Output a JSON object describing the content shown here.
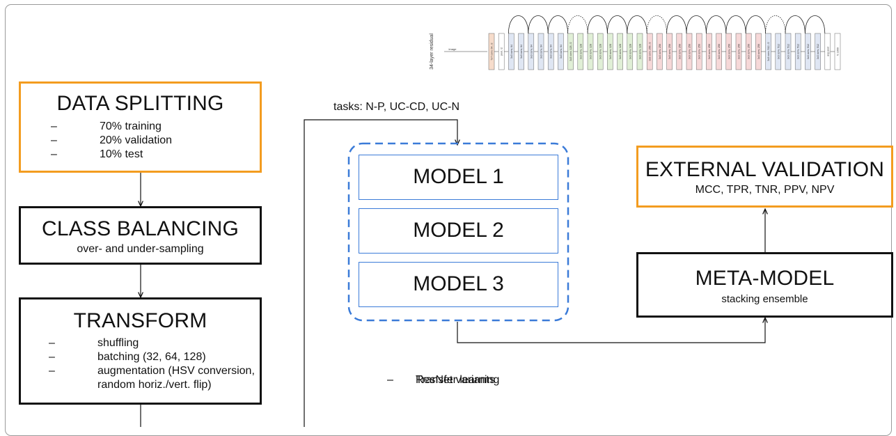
{
  "data_splitting": {
    "title": "DATA SPLITTING",
    "items": [
      "70% training",
      "20% validation",
      "10% test"
    ]
  },
  "class_balancing": {
    "title": "CLASS BALANCING",
    "subtitle": "over- and under-sampling"
  },
  "transform": {
    "title": "TRANSFORM",
    "items": [
      "shuffling",
      "batching (32, 64, 128)",
      "augmentation (HSV conversion,",
      "random horiz./vert. flip)"
    ]
  },
  "tasks_label": "tasks: N-P, UC-CD, UC-N",
  "models": [
    "MODEL 1",
    "MODEL 2",
    "MODEL 3"
  ],
  "notes": [
    "Transfer learning",
    "ResNet variants"
  ],
  "external_validation": {
    "title": "EXTERNAL VALIDATION",
    "subtitle": "MCC, TPR, TNR, PPV, NPV"
  },
  "meta_model": {
    "title": "META-MODEL",
    "subtitle": "stacking ensemble"
  },
  "resnet_diagram": {
    "label": "34-layer residual",
    "input_label": "image",
    "first_layer": "7x7 conv, 64, /2",
    "pool_layer": "pool, /2",
    "layers": [
      "3x3 conv, 64",
      "3x3 conv, 64",
      "3x3 conv, 64",
      "3x3 conv, 64",
      "3x3 conv, 64",
      "3x3 conv, 64",
      "3x3 conv, 128, /2",
      "3x3 conv, 128",
      "3x3 conv, 128",
      "3x3 conv, 128",
      "3x3 conv, 128",
      "3x3 conv, 128",
      "3x3 conv, 128",
      "3x3 conv, 128",
      "3x3 conv, 256, /2",
      "3x3 conv, 256",
      "3x3 conv, 256",
      "3x3 conv, 256",
      "3x3 conv, 256",
      "3x3 conv, 256",
      "3x3 conv, 256",
      "3x3 conv, 256",
      "3x3 conv, 256",
      "3x3 conv, 256",
      "3x3 conv, 256",
      "3x3 conv, 256",
      "3x3 conv, 512, /2",
      "3x3 conv, 512",
      "3x3 conv, 512",
      "3x3 conv, 512",
      "3x3 conv, 512",
      "3x3 conv, 512"
    ],
    "avg_pool": "avg pool",
    "fc": "fc 1000",
    "colors": {
      "first": "#f6dccb",
      "c64": "#dfe6f3",
      "c128": "#e0efd6",
      "c256": "#f6d8d8",
      "c512": "#dfe6f3",
      "edge": "#666666"
    }
  },
  "colors": {
    "orange": "#f39c1f",
    "blue": "#3b7bd8",
    "black": "#111111"
  }
}
